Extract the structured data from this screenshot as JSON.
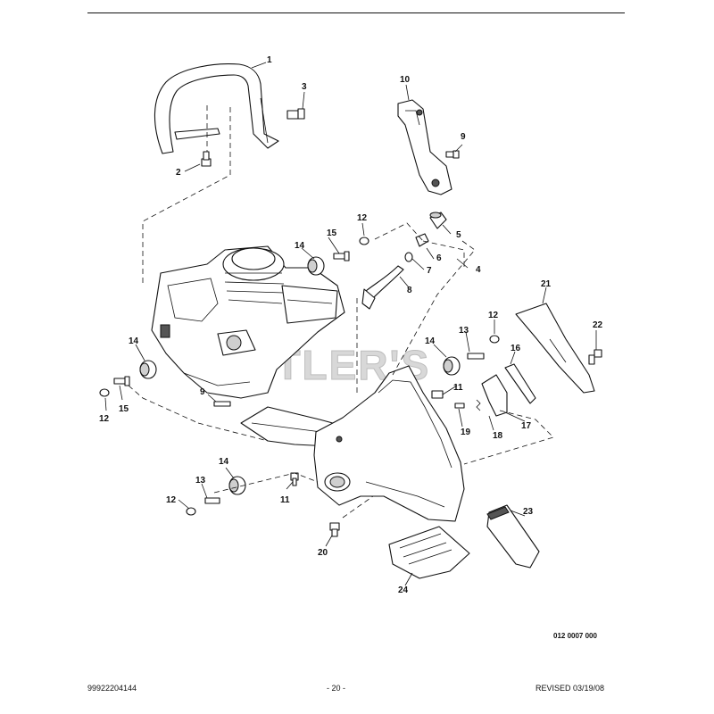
{
  "watermark": "CUTLER'S",
  "figure_code": "012 0007 000",
  "footer": {
    "part_number": "99922204144",
    "page": "- 20 -",
    "revised": "REVISED 03/19/08"
  },
  "callouts": {
    "c1": "1",
    "c2": "2",
    "c3": "3",
    "c4": "4",
    "c5": "5",
    "c6": "6",
    "c7": "7",
    "c8": "8",
    "c9a": "9",
    "c9b": "9",
    "c10": "10",
    "c11a": "11",
    "c11b": "11",
    "c12a": "12",
    "c12b": "12",
    "c12c": "12",
    "c12d": "12",
    "c13a": "13",
    "c13b": "13",
    "c14a": "14",
    "c14b": "14",
    "c14c": "14",
    "c14d": "14",
    "c15a": "15",
    "c15b": "15",
    "c16": "16",
    "c17": "17",
    "c18": "18",
    "c19": "19",
    "c20": "20",
    "c21": "21",
    "c22": "22",
    "c23": "23",
    "c24": "24"
  }
}
